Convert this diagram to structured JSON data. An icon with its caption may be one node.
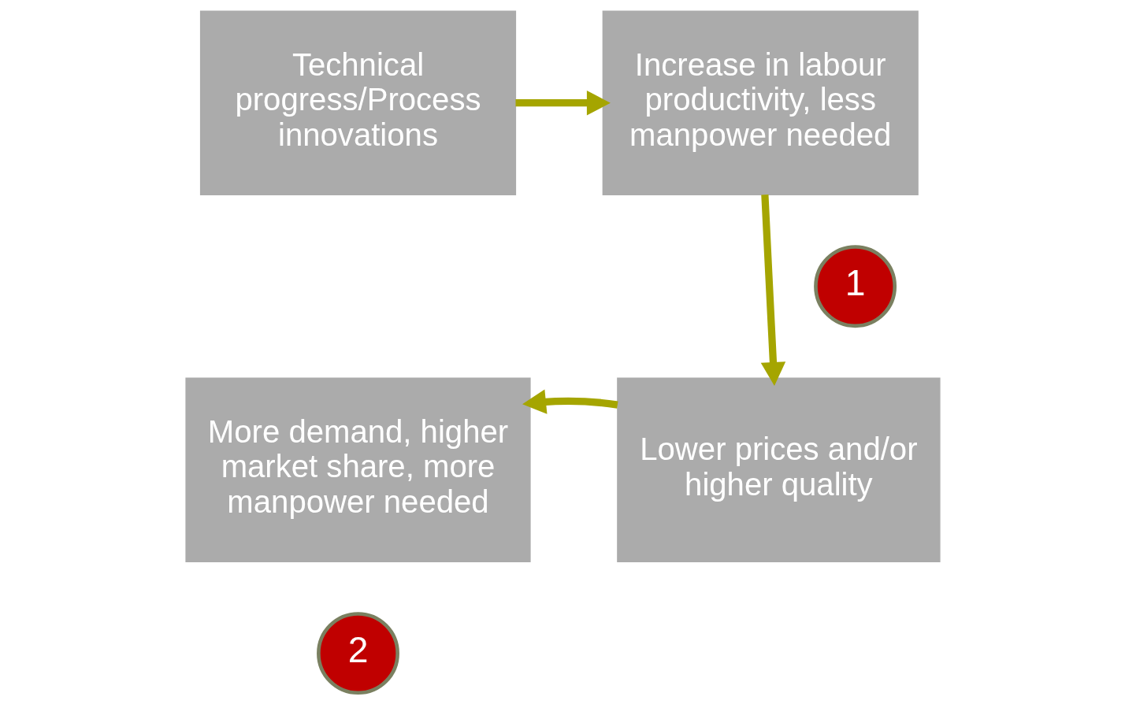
{
  "diagram": {
    "nodes": [
      {
        "text": [
          "Technical progress/Process innovations"
        ]
      },
      {
        "text": [
          "Increase in labour productivity, less manpower needed"
        ]
      },
      {
        "text": [
          "Lower prices and/or higher quality"
        ]
      },
      {
        "text": [
          "More demand, higher market share, more manpower needed"
        ]
      },
      {
        "text": [
          "1"
        ]
      },
      {
        "text": [
          "2"
        ]
      }
    ],
    "edges": [
      {
        "from": 0,
        "to": 1,
        "arrow": "to"
      },
      {
        "from": 1,
        "to": 2,
        "arrow": "to"
      },
      {
        "from": 2,
        "to": 3,
        "arrow": "to"
      }
    ]
  }
}
